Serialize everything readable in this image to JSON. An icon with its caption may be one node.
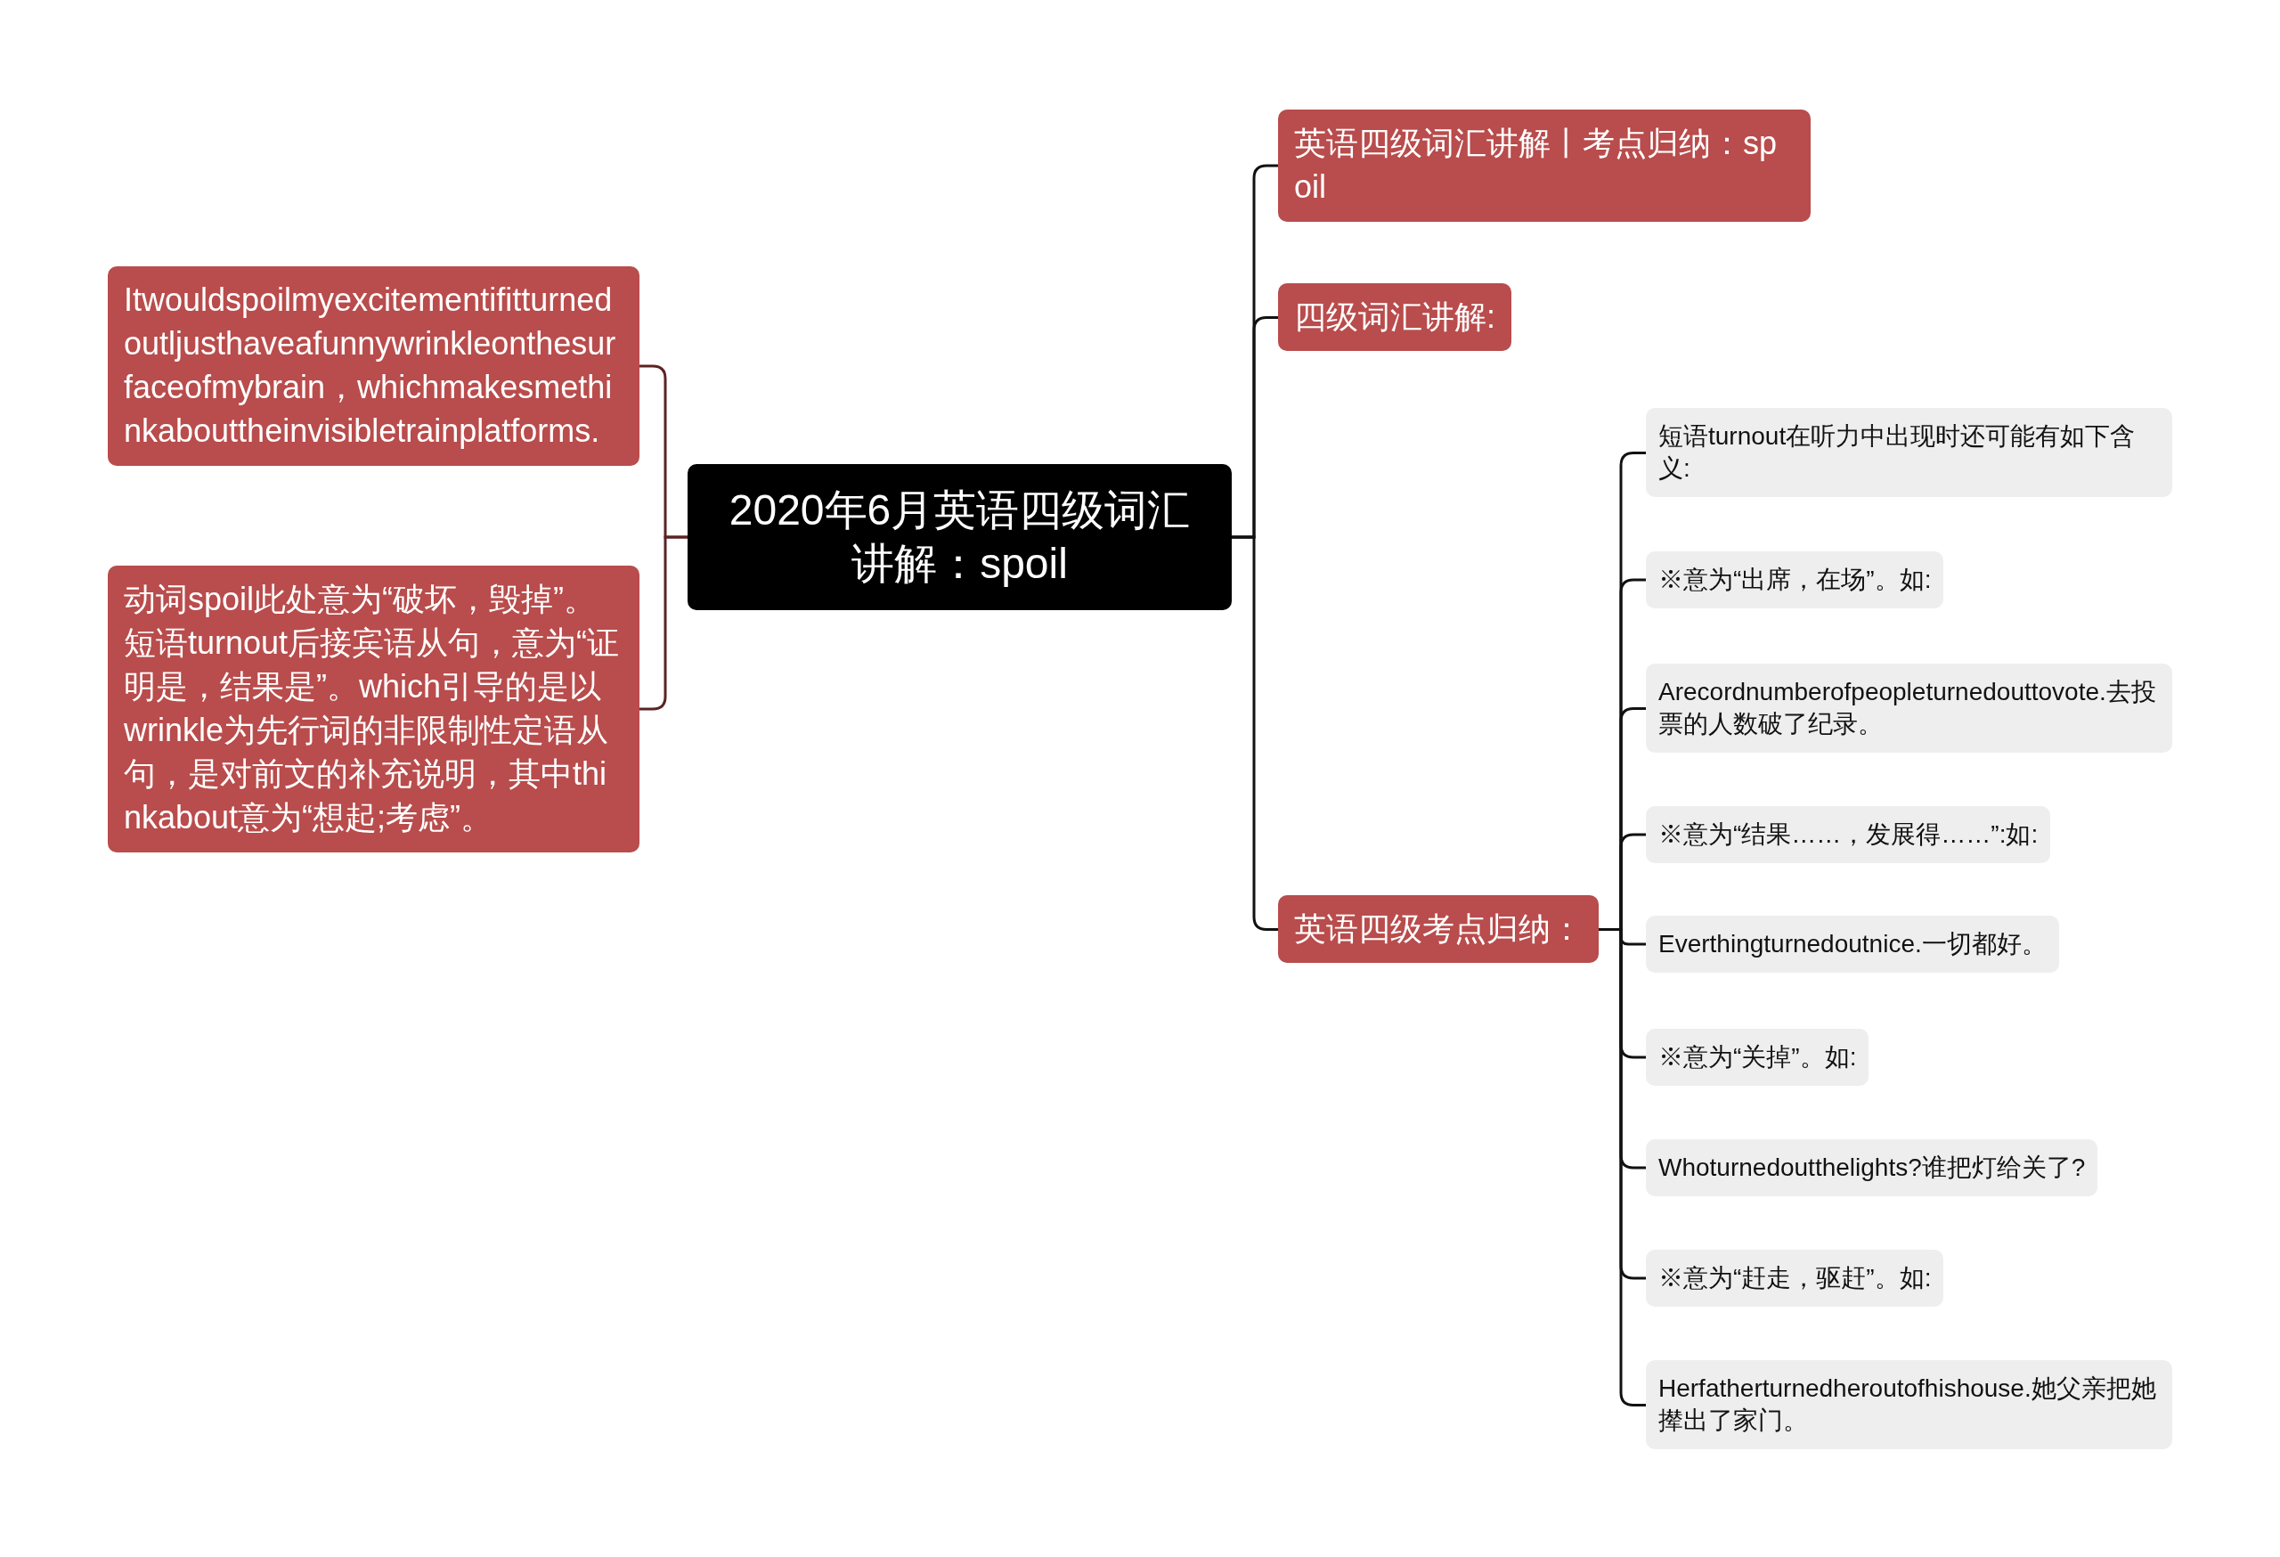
{
  "diagram": {
    "nodes": [
      {
        "text": [
          "2020年6月英语四级词汇讲解：spoil"
        ]
      },
      {
        "text": [
          "Itwouldspoilmyexcitementifitturnedoutljusthaveafunnywrinkleonthesurfaceofmybrain，whichmakesmethinkabouttheinvisibletrainplatforms."
        ]
      },
      {
        "text": [
          "动词spoil此处意为“破坏，毁掉”。短语turnout后接宾语从句，意为“证明是，结果是”。which引导的是以wrinkle为先行词的非限制性定语从句，是对前文的补充说明，其中thinkabout意为“想起;考虑”。"
        ]
      },
      {
        "text": [
          "英语四级词汇讲解丨考点归纳：spoil"
        ]
      },
      {
        "text": [
          "四级词汇讲解:"
        ]
      },
      {
        "text": [
          "英语四级考点归纳："
        ]
      },
      {
        "text": [
          "短语turnout在听力中出现时还可能有如下含义:"
        ]
      },
      {
        "text": [
          "※意为“出席，在场”。如:"
        ]
      },
      {
        "text": [
          "Arecordnumberofpeopleturnedouttovote.去投票的人数破了纪录。"
        ]
      },
      {
        "text": [
          "※意为“结果……，发展得……”:如:"
        ]
      },
      {
        "text": [
          "Everthingturnedoutnice.一切都好。"
        ]
      },
      {
        "text": [
          "※意为“关掉”。如:"
        ]
      },
      {
        "text": [
          "Whoturnedoutthelights?谁把灯给关了?"
        ]
      },
      {
        "text": [
          "※意为“赶走，驱赶”。如:"
        ]
      },
      {
        "text": [
          "Herfatherturnedheroutofhishouse.她父亲把她撵出了家门。"
        ]
      }
    ],
    "edges": [
      {
        "from": 0,
        "to": 1,
        "arrow": "none",
        "color": "#5c2323"
      },
      {
        "from": 0,
        "to": 2,
        "arrow": "none",
        "color": "#5c2323"
      },
      {
        "from": 0,
        "to": 3,
        "arrow": "none"
      },
      {
        "from": 0,
        "to": 4,
        "arrow": "none"
      },
      {
        "from": 0,
        "to": 5,
        "arrow": "none"
      },
      {
        "from": 5,
        "to": 6,
        "arrow": "none"
      },
      {
        "from": 5,
        "to": 7,
        "arrow": "none"
      },
      {
        "from": 5,
        "to": 8,
        "arrow": "none"
      },
      {
        "from": 5,
        "to": 9,
        "arrow": "none"
      },
      {
        "from": 5,
        "to": 10,
        "arrow": "none"
      },
      {
        "from": 5,
        "to": 11,
        "arrow": "none"
      },
      {
        "from": 5,
        "to": 12,
        "arrow": "none"
      },
      {
        "from": 5,
        "to": 13,
        "arrow": "none"
      },
      {
        "from": 5,
        "to": 14,
        "arrow": "none"
      }
    ]
  }
}
